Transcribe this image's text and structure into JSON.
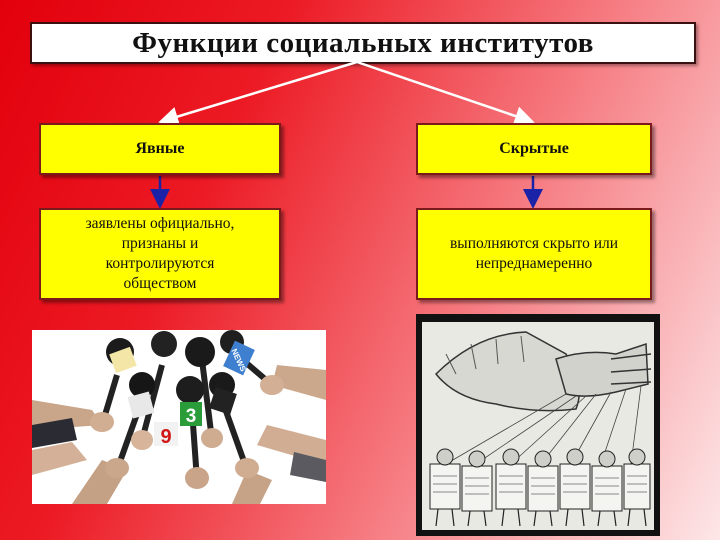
{
  "title": "Функции социальных институтов",
  "left_branch": {
    "heading": "Явные",
    "description": "заявлены официально,\nпризнаны и\nконтролируются\nобществом"
  },
  "right_branch": {
    "heading": "Скрытые",
    "description": "выполняются скрыто или\nнепреднамеренно"
  },
  "microphone_labels": [
    "NEWS",
    "3",
    "9"
  ],
  "colors": {
    "background_red": "#e2000c",
    "box_yellow": "#ffff00",
    "arrow_blue": "#1a22a8",
    "connector_white": "#ffffff"
  }
}
